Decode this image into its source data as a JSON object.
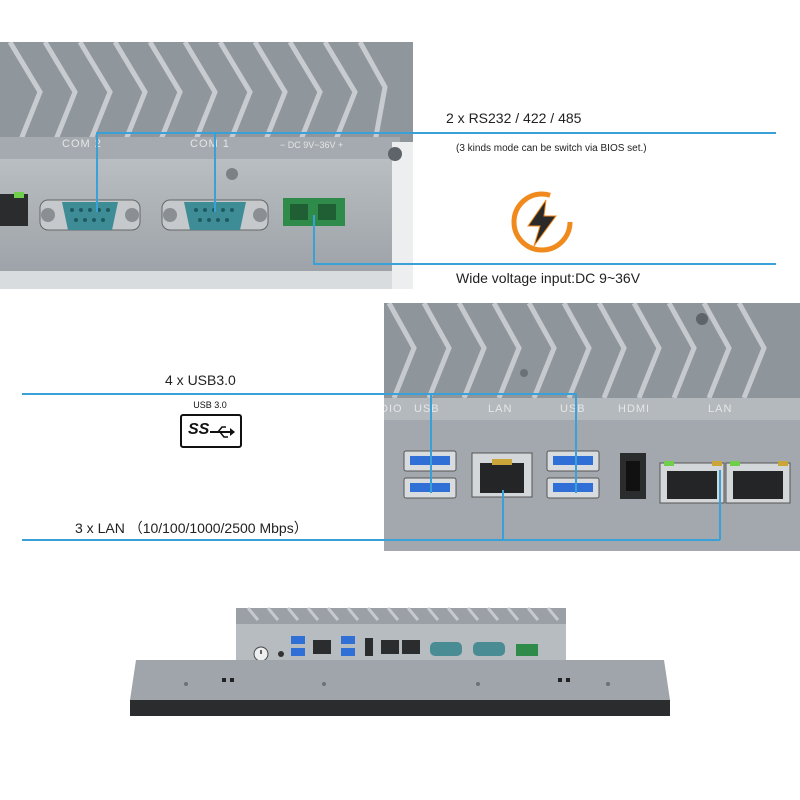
{
  "callouts": {
    "serial": "2 x RS232 / 422 / 485",
    "serial_note": "(3 kinds mode can be switch via BIOS set.)",
    "power": "Wide voltage input:DC 9~36V",
    "usb": "4 x USB3.0",
    "lan": "3 x LAN （10/100/1000/2500 Mbps）"
  },
  "usb_badge": {
    "caption": "USB 3.0",
    "logo_text": "SS"
  },
  "silkscreen_top": {
    "com2": "COM 2",
    "com1": "COM 1",
    "dc": "− DC 9V~36V +"
  },
  "silkscreen_mid": {
    "dio": "DIO",
    "usb_left": "USB",
    "lan_left": "LAN",
    "usb_right": "USB",
    "hdmi": "HDMI",
    "lan_right": "LAN"
  },
  "colors": {
    "accent_line": "#3aa0d8",
    "chassis": "#8e949a",
    "usb_port": "#2f6fd6",
    "terminal_green": "#2e8b4a",
    "power_icon_orange": "#f08a1c"
  },
  "icons": [
    "lightning-bolt-icon",
    "usb-superspeed-icon",
    "power-button-icon"
  ]
}
